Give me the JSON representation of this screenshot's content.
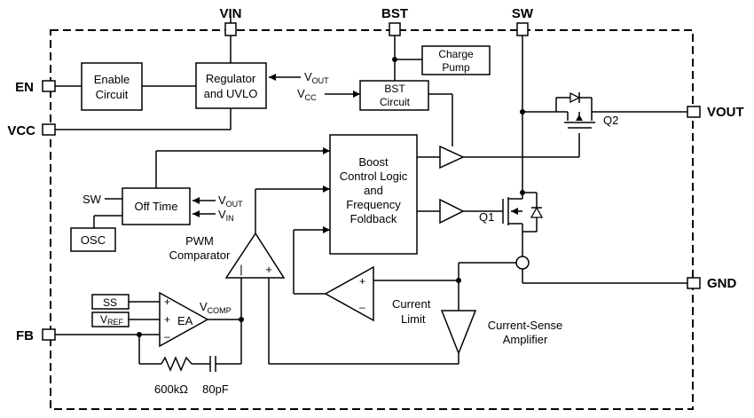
{
  "pins": {
    "vin": "VIN",
    "bst": "BST",
    "sw": "SW",
    "en": "EN",
    "vcc": "VCC",
    "vout": "VOUT",
    "gnd": "GND",
    "fb": "FB"
  },
  "blocks": {
    "enable_circuit": [
      "Enable",
      "Circuit"
    ],
    "regulator_uvlo": [
      "Regulator",
      "and UVLO"
    ],
    "charge_pump": [
      "Charge",
      "Pump"
    ],
    "bst_circuit": [
      "BST",
      "Circuit"
    ],
    "boost_control": [
      "Boost",
      "Control Logic",
      "and",
      "Frequency",
      "Foldback"
    ],
    "off_time": "Off Time",
    "osc": "OSC",
    "ss": "SS",
    "vref": {
      "main": "V",
      "sub": "REF"
    }
  },
  "signals": {
    "vout_reg": {
      "main": "V",
      "sub": "OUT"
    },
    "vcc_bst": {
      "main": "V",
      "sub": "CC"
    },
    "sw_off": "SW",
    "vout_off": {
      "main": "V",
      "sub": "OUT"
    },
    "vin_off": {
      "main": "V",
      "sub": "IN"
    },
    "vcomp": {
      "main": "V",
      "sub": "COMP"
    }
  },
  "labels": {
    "pwm_comparator": [
      "PWM",
      "Comparator"
    ],
    "ea": "EA",
    "current_limit": [
      "Current",
      "Limit"
    ],
    "current_sense": [
      "Current-Sense",
      "Amplifier"
    ],
    "q1": "Q1",
    "q2": "Q2",
    "resistor": "600kΩ",
    "capacitor": "80pF",
    "plus": "+",
    "minus": "–",
    "bar": "|"
  }
}
